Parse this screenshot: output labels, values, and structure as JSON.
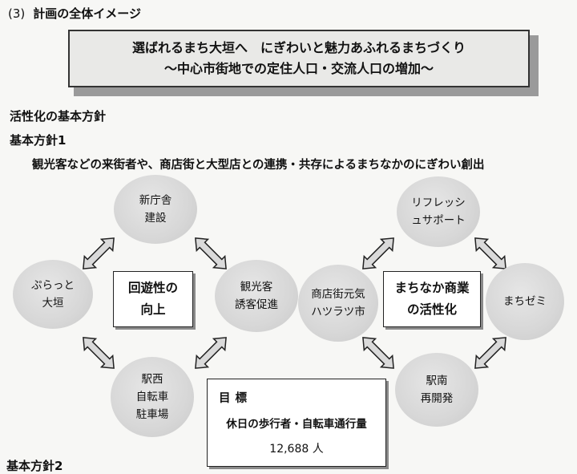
{
  "section": {
    "number": "(3)",
    "title": "計画の全体イメージ"
  },
  "main_title": {
    "line1": "選ばれるまち大垣へ　にぎわいと魅力あふれるまちづくり",
    "line2": "～中心市街地での定住人口・交流人口の増加～"
  },
  "basic_policy_heading": "活性化の基本方針",
  "policy1": {
    "label": "基本方針1",
    "description": "観光客などの来街者や、商店街と大型店との連携・共存によるまちなかのにぎわい創出"
  },
  "left_cluster": {
    "center": "回遊性の\n向上",
    "top": "新庁舎\n建設",
    "left": "ぷらっと\n大垣",
    "right": "観光客\n誘客促進",
    "bottom": "駅西\n自転車\n駐車場"
  },
  "right_cluster": {
    "center": "まちなか商業\nの活性化",
    "top": "リフレッシ\nュサポート",
    "left": "商店街元気\nハツラツ市",
    "right": "まちゼミ",
    "bottom": "駅南\n再開発"
  },
  "goal": {
    "title": "目標",
    "description": "休日の歩行者・自転車通行量",
    "value": "12,688 人"
  },
  "policy2_label": "基本方針2"
}
